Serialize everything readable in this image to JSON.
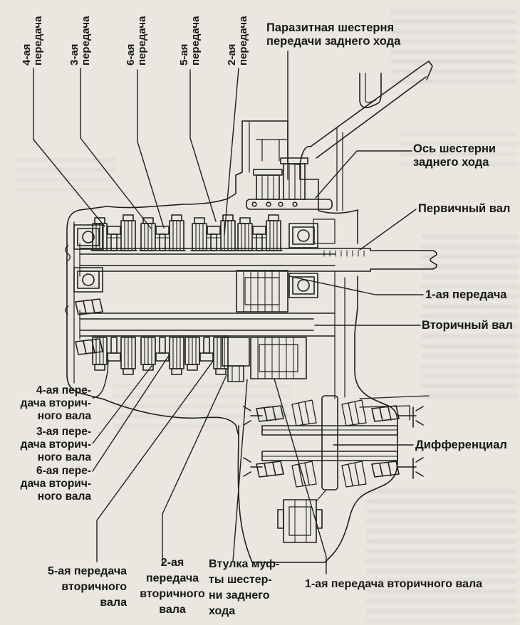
{
  "colors": {
    "ink": "#1e1e1e",
    "paper": "#e9e7e0"
  },
  "figure_type": "transmission-cross-section",
  "labels": {
    "top": [
      {
        "id": "gear-4",
        "lines": [
          "4-ая",
          "передача"
        ]
      },
      {
        "id": "gear-3",
        "lines": [
          "3-ая",
          "передача"
        ]
      },
      {
        "id": "gear-6",
        "lines": [
          "6-ая",
          "передача"
        ]
      },
      {
        "id": "gear-5",
        "lines": [
          "5-ая",
          "передача"
        ]
      },
      {
        "id": "gear-2",
        "lines": [
          "2-ая",
          "передача"
        ]
      }
    ],
    "reverse_idler": {
      "lines": [
        "Паразитная шестерня",
        "передачи заднего хода"
      ]
    },
    "idler_axle": {
      "lines": [
        "Ось шестерни",
        "заднего хода"
      ]
    },
    "input_shaft": {
      "lines": [
        "Первичный вал"
      ]
    },
    "first_gear": {
      "lines": [
        "1-ая передача"
      ]
    },
    "output_shaft": {
      "lines": [
        "Вторичный вал"
      ]
    },
    "differential": {
      "lines": [
        "Дифференциал"
      ]
    },
    "left": [
      {
        "id": "gear-4-output",
        "lines": [
          "4-ая пере-",
          "дача вторич-",
          "ного вала"
        ]
      },
      {
        "id": "gear-3-output",
        "lines": [
          "3-ая пере-",
          "дача вторич-",
          "ного вала"
        ]
      },
      {
        "id": "gear-6-output",
        "lines": [
          "6-ая пере-",
          "дача вторич-",
          "ного вала"
        ]
      }
    ],
    "bottom": [
      {
        "id": "gear-5-output",
        "lines": [
          "5-ая передача",
          "вторичного",
          "вала"
        ]
      },
      {
        "id": "gear-2-output",
        "lines": [
          "2-ая",
          "передача",
          "вторичного",
          "вала"
        ]
      },
      {
        "id": "hub-sleeve",
        "lines": [
          "Втулка муф-",
          "ты шестер-",
          "ни заднего",
          "хода"
        ]
      },
      {
        "id": "gear-1-output",
        "lines": [
          "1-ая передача вторичного вала"
        ]
      }
    ]
  }
}
